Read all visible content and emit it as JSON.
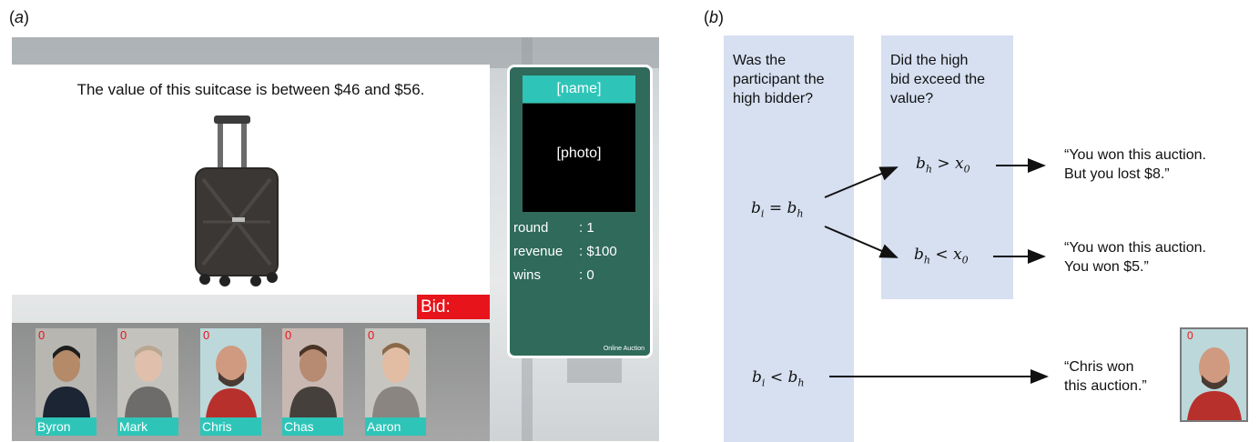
{
  "panel_a": {
    "label": "a",
    "value_text": "The value of this suitcase is between $46 and $56.",
    "bid_label": "Bid:",
    "info_card": {
      "name": "[name]",
      "photo": "[photo]",
      "stats": [
        {
          "key": "round",
          "value": ": 1"
        },
        {
          "key": "revenue",
          "value": ": $100"
        },
        {
          "key": "wins",
          "value": ": 0"
        }
      ],
      "footer": "Online Auction"
    },
    "players": [
      {
        "name": "Byron",
        "score": "0"
      },
      {
        "name": "Mark",
        "score": "0"
      },
      {
        "name": "Chris",
        "score": "0"
      },
      {
        "name": "Chas",
        "score": "0"
      },
      {
        "name": "Aaron",
        "score": "0"
      }
    ],
    "colors": {
      "teal": "#2ec5b8",
      "card_green": "#2f6a5a",
      "bid_red": "#e8141b"
    }
  },
  "panel_b": {
    "label": "b",
    "column1_header": [
      "Was the",
      "participant the",
      "high bidder?"
    ],
    "column2_header": [
      "Did the high",
      "bid exceed the",
      "value?"
    ],
    "nodes": {
      "bi_eq_bh": {
        "lhs": "b",
        "lhs_sub": "i",
        "op": " = ",
        "rhs": "b",
        "rhs_sub": "h"
      },
      "bh_gt_x0": {
        "lhs": "b",
        "lhs_sub": "h",
        "op": " > ",
        "rhs": "x",
        "rhs_sub": "0"
      },
      "bh_lt_x0": {
        "lhs": "b",
        "lhs_sub": "h",
        "op": " < ",
        "rhs": "x",
        "rhs_sub": "0"
      },
      "bi_lt_bh": {
        "lhs": "b",
        "lhs_sub": "i",
        "op": " < ",
        "rhs": "b",
        "rhs_sub": "h"
      }
    },
    "messages": {
      "won_lost": [
        "“You won this auction.",
        "But you lost $8.”"
      ],
      "won_won": [
        "“You won this auction.",
        "You won $5.”"
      ],
      "other_won": [
        "“Chris won",
        "this auction.”"
      ]
    },
    "thumb_score": "0",
    "colors": {
      "column_bg": "#d6e0f1"
    }
  }
}
